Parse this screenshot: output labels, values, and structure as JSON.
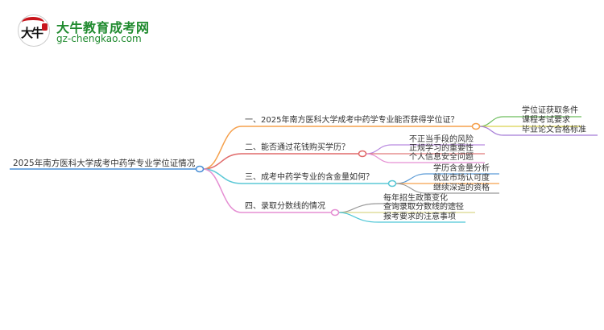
{
  "logo": {
    "glyph": "大牛",
    "title": "大牛教育成考网",
    "url": "gz-chengkao.com"
  },
  "mindmap": {
    "root": "2025年南方医科大学成考中药学专业学位证情况",
    "branches": [
      {
        "label": "一、2025年南方医科大学成考中药学专业能否获得学位证？",
        "color": "#f5a04c",
        "children": [
          {
            "label": "学位证获取条件",
            "color": "#6cbd5c"
          },
          {
            "label": "课程考试要求",
            "color": "#d9d24e"
          },
          {
            "label": "毕业论文合格标准",
            "color": "#a57bd6"
          }
        ]
      },
      {
        "label": "二、能否通过花钱购买学历？",
        "color": "#e06a6a",
        "children": [
          {
            "label": "不正当手段的风险",
            "color": "#b98ae0"
          },
          {
            "label": "正规学习的重要性",
            "color": "#e07a7a"
          },
          {
            "label": "个人信息安全问题",
            "color": "#e58fd3"
          }
        ]
      },
      {
        "label": "三、成考中药学专业的含金量如何？",
        "color": "#5bc8d6",
        "children": [
          {
            "label": "学历含金量分析",
            "color": "#5b9bd6"
          },
          {
            "label": "就业市场认可度",
            "color": "#f5a04c"
          },
          {
            "label": "继续深造的资格",
            "color": "#999999"
          }
        ]
      },
      {
        "label": "四、录取分数线的情况",
        "color": "#e58fd3",
        "children": [
          {
            "label": "每年招生政策变化",
            "color": "#999999"
          },
          {
            "label": "查询录取分数线的途径",
            "color": "#d9d68a"
          },
          {
            "label": "报考要求的注意事项",
            "color": "#4fc7d6"
          }
        ]
      }
    ],
    "root_color": "#4a8fd6"
  }
}
